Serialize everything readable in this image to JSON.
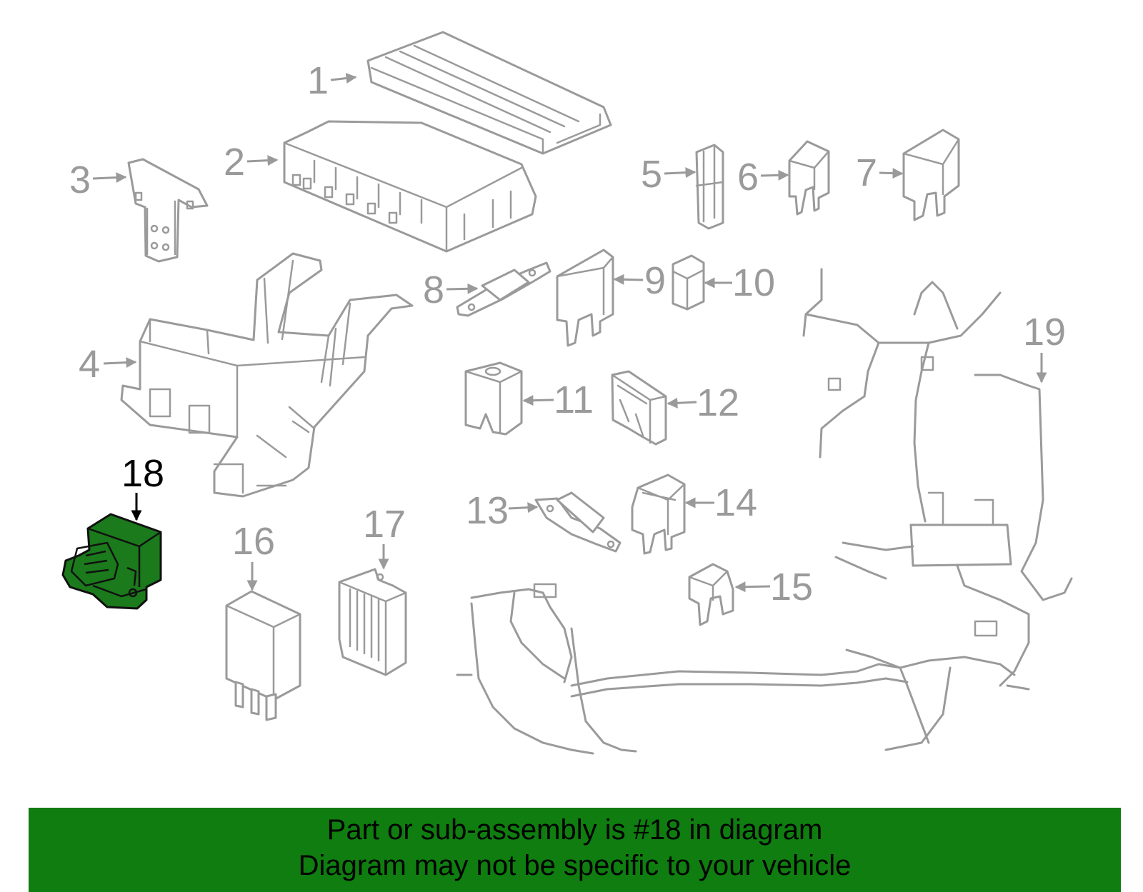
{
  "callouts": [
    "1",
    "2",
    "3",
    "4",
    "5",
    "6",
    "7",
    "8",
    "9",
    "10",
    "11",
    "12",
    "13",
    "14",
    "15",
    "16",
    "17",
    "18",
    "19"
  ],
  "highlighted_callout": "18",
  "colors": {
    "highlight": "#1b7a1b",
    "banner": "#0f7d0f",
    "line": "#9a9a9a"
  },
  "banner": {
    "line1": "Part or sub-assembly is #18 in diagram",
    "line2": "Diagram may not be specific to your vehicle"
  }
}
